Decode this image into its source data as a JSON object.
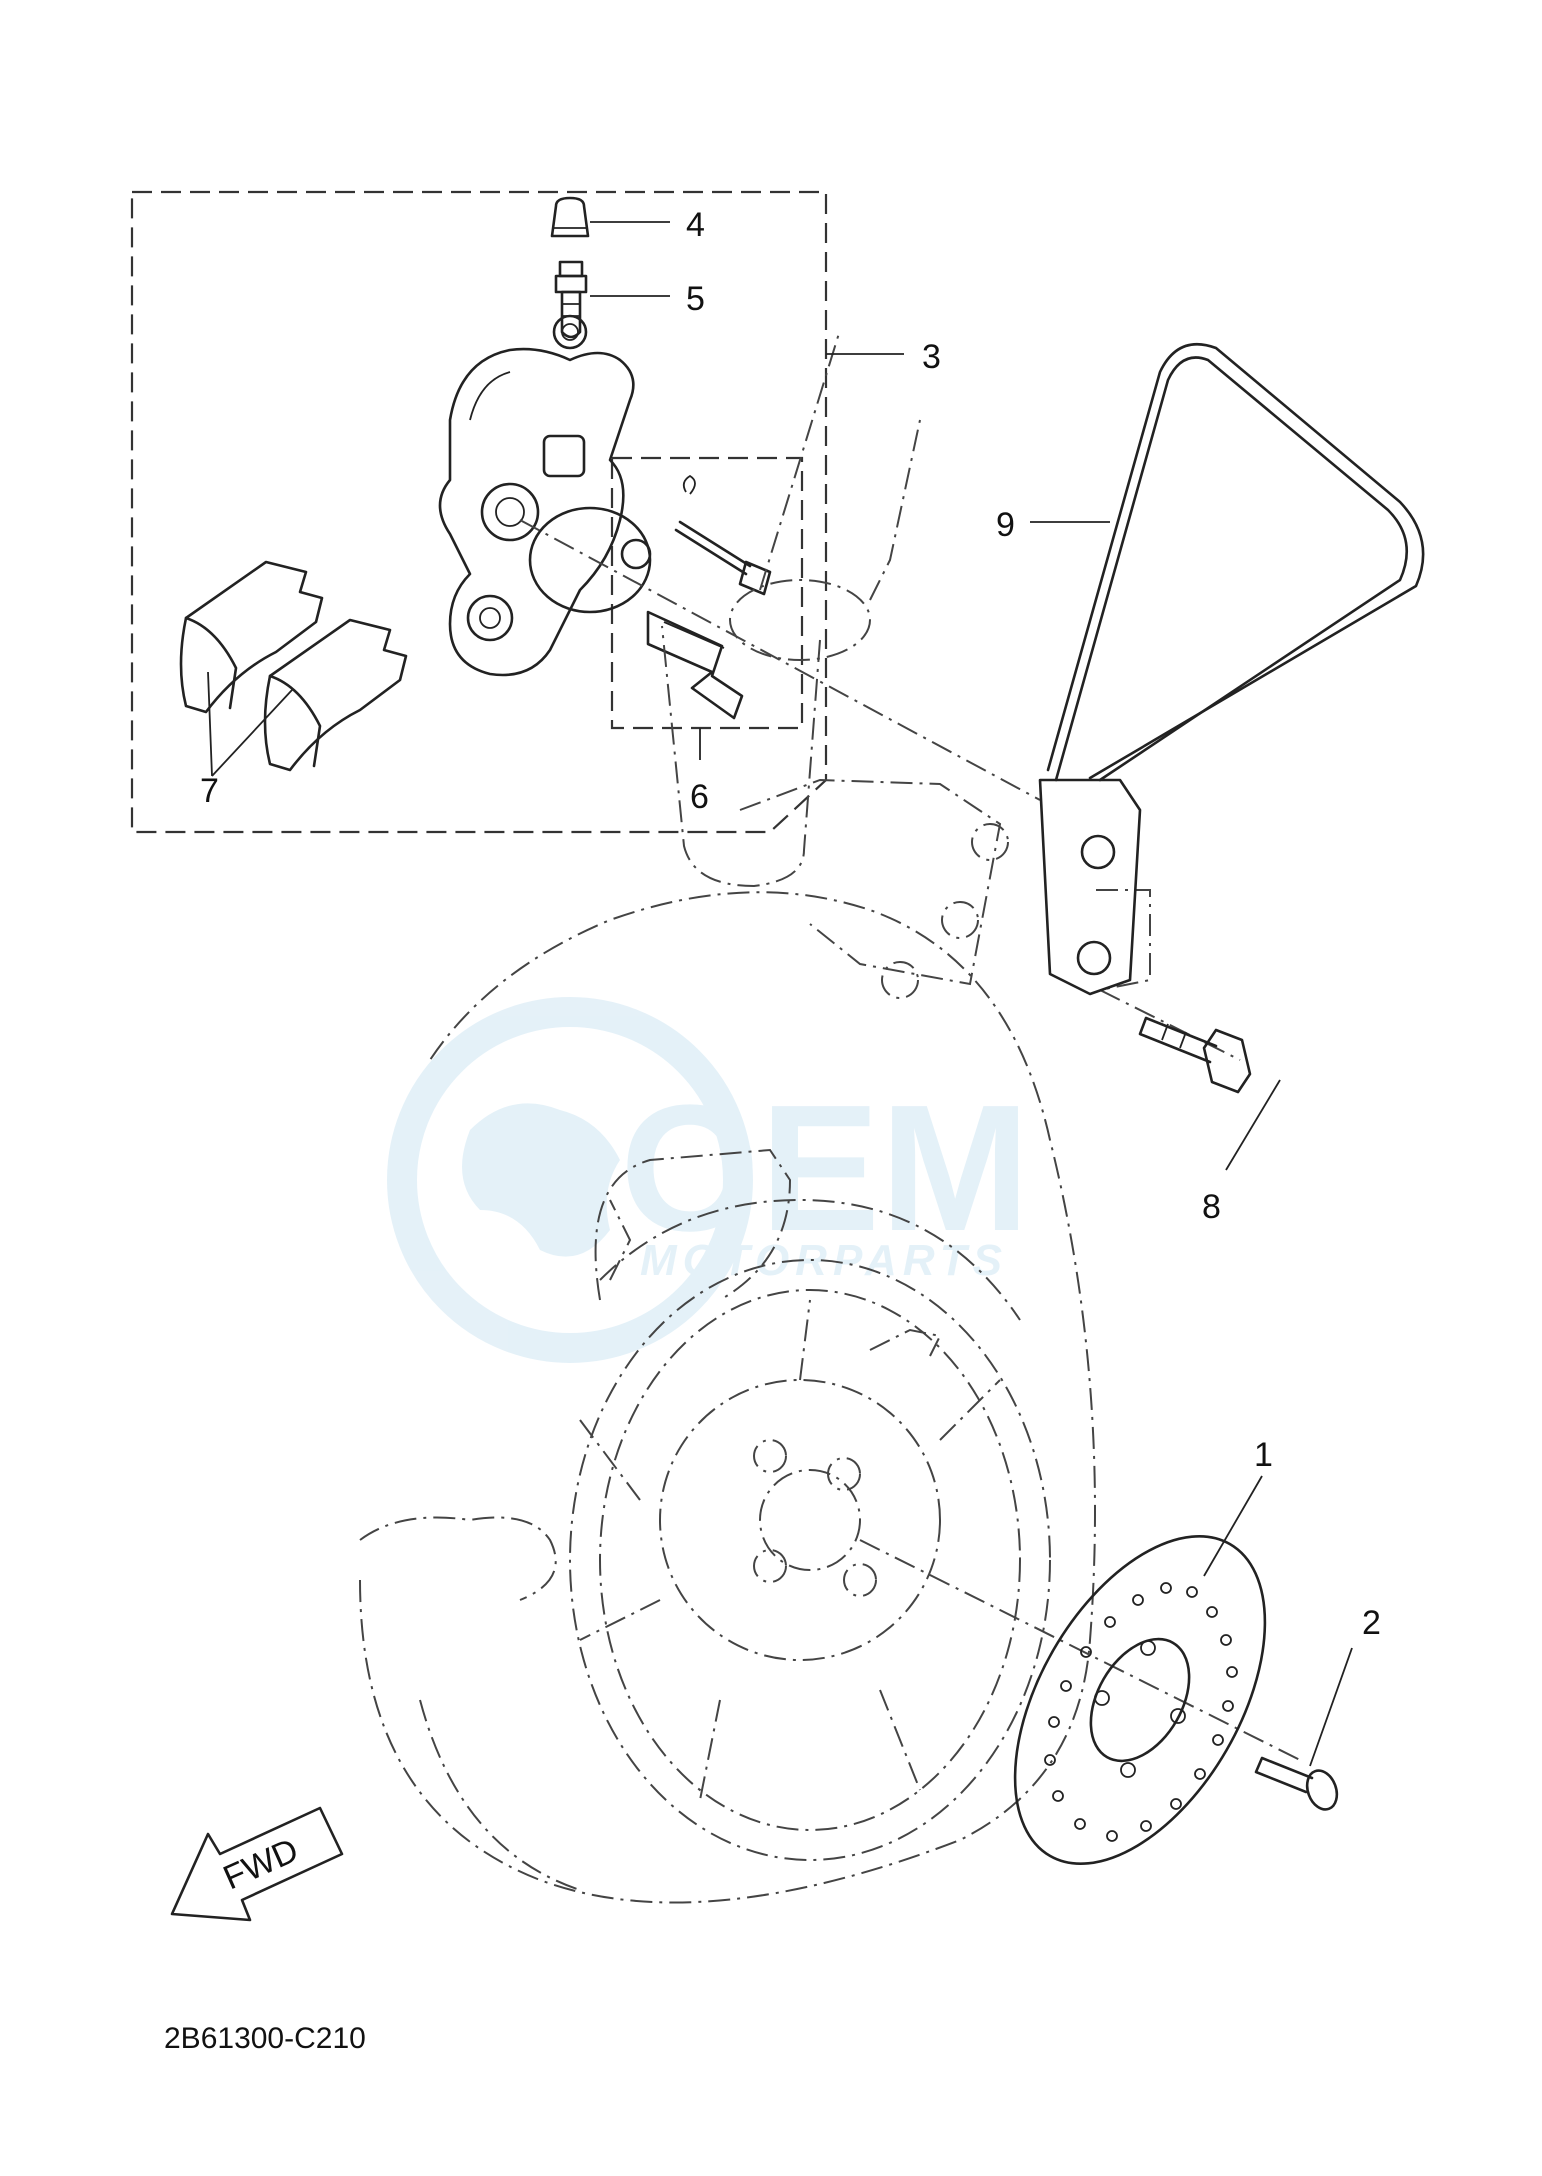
{
  "diagram": {
    "code": "2B61300-C210",
    "fwd_label": "FWD",
    "callouts": [
      "1",
      "2",
      "3",
      "4",
      "5",
      "6",
      "7",
      "8",
      "9"
    ]
  },
  "watermark": {
    "brand": "OEM",
    "subtitle": "MOTORPARTS",
    "color": "#cfe6f3"
  },
  "colors": {
    "line": "#222222",
    "background": "#ffffff"
  }
}
